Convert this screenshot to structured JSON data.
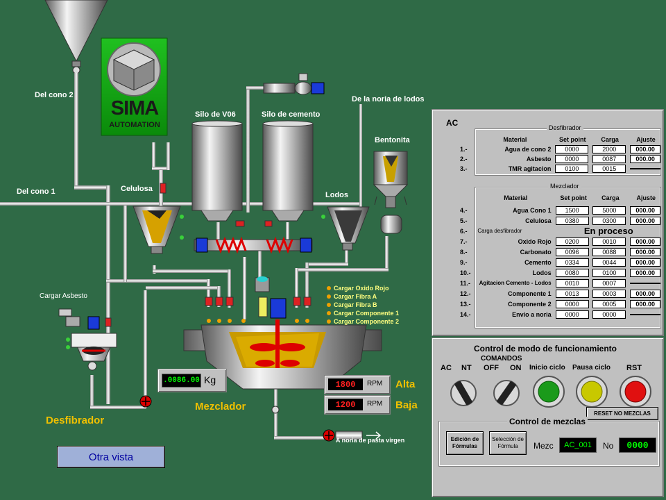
{
  "colors": {
    "background": "#2f6a46",
    "accent_yellow": "#f0c000",
    "panel": "#c0c0c0"
  },
  "logo": {
    "line1": "SIMA",
    "line2": "AUTOMATION"
  },
  "labels": {
    "del_cono_2": "Del cono 2",
    "del_cono_1": "Del cono 1",
    "de_la_noria": "De la noria de lodos",
    "silo_v06": "Silo de V06",
    "silo_cemento": "Silo de cemento",
    "bentonita": "Bentonita",
    "celulosa": "Celulosa",
    "lodos": "Lodos",
    "cargar_asbesto": "Cargar Asbesto",
    "desfibrador": "Desfibrador",
    "mezclador": "Mezclador",
    "a_noria": "A noria de pasta virgen",
    "alta": "Alta",
    "baja": "Baja"
  },
  "legend_items": [
    "Cargar Oxido Rojo",
    "Cargar Fibra A",
    "Cargar Fibra B",
    "Cargar Componente 1",
    "Cargar Componente 2"
  ],
  "weight": {
    "value": ".0086.00",
    "unit": "Kg"
  },
  "rpm": {
    "high": "1800",
    "low": "1200",
    "unit": "RPM"
  },
  "otra_vista": "Otra vista",
  "panel": {
    "title": "AC",
    "desfibrador": {
      "title": "Desfibrador",
      "headers": [
        "Material",
        "Set point",
        "Carga",
        "Ajuste"
      ],
      "rows": [
        {
          "num": "1.-",
          "material": "Agua de cono 2",
          "set": "0000",
          "carga": "2000",
          "ajuste": "000.00"
        },
        {
          "num": "2.-",
          "material": "Asbesto",
          "set": "0000",
          "carga": "0087",
          "ajuste": "000.00"
        },
        {
          "num": "3.-",
          "material": "TMR agitacion",
          "set": "0100",
          "carga": "0015",
          "ajuste": ""
        }
      ]
    },
    "mezclador": {
      "title": "Mezclador",
      "headers": [
        "Material",
        "Set point",
        "Carga",
        "Ajuste"
      ],
      "rows": [
        {
          "num": "4.-",
          "material": "Agua Cono 1",
          "set": "1500",
          "carga": "5000",
          "ajuste": "000.00"
        },
        {
          "num": "5.-",
          "material": "Celulosa",
          "set": "0380",
          "carga": "0300",
          "ajuste": "000.00"
        },
        {
          "num": "6.-",
          "material": "Carga desfibrador",
          "set": "",
          "carga": "",
          "ajuste": ""
        },
        {
          "num": "7.-",
          "material": "Oxido Rojo",
          "set": "0200",
          "carga": "0010",
          "ajuste": "000.00"
        },
        {
          "num": "8.-",
          "material": "Carbonato",
          "set": "0096",
          "carga": "0088",
          "ajuste": "000.00"
        },
        {
          "num": "9.-",
          "material": "Cemento",
          "set": "0334",
          "carga": "0044",
          "ajuste": "000.00"
        },
        {
          "num": "10.-",
          "material": "Lodos",
          "set": "0080",
          "carga": "0100",
          "ajuste": "000.00"
        },
        {
          "num": "11.-",
          "material": "Agitacion Cemento - Lodos",
          "set": "0010",
          "carga": "0007",
          "ajuste": ""
        },
        {
          "num": "12.-",
          "material": "Componente 1",
          "set": "0013",
          "carga": "0003",
          "ajuste": "000.00"
        },
        {
          "num": "13.-",
          "material": "Componente 2",
          "set": "0000",
          "carga": "0005",
          "ajuste": "000.00"
        },
        {
          "num": "14.-",
          "material": "Envio a noria",
          "set": "0000",
          "carga": "0000",
          "ajuste": ""
        }
      ],
      "en_proceso": "En proceso"
    },
    "control": {
      "title": "Control de modo de funcionamiento",
      "comandos": "COMANDOS",
      "ac": "AC",
      "nt": "NT",
      "off": "OFF",
      "on": "ON",
      "inicio": "Inicio ciclo",
      "pausa": "Pausa ciclo",
      "rst": "RST",
      "reset_no_mezclas": "RESET NO MEZCLAS"
    },
    "mezclas": {
      "title": "Control de mezclas",
      "edicion": "Edición de Fórmulas",
      "seleccion": "Selección de Fórmula",
      "mezc_label": "Mezc",
      "mezc_value": "AC_001",
      "no_label": "No",
      "no_value": "0000"
    }
  }
}
